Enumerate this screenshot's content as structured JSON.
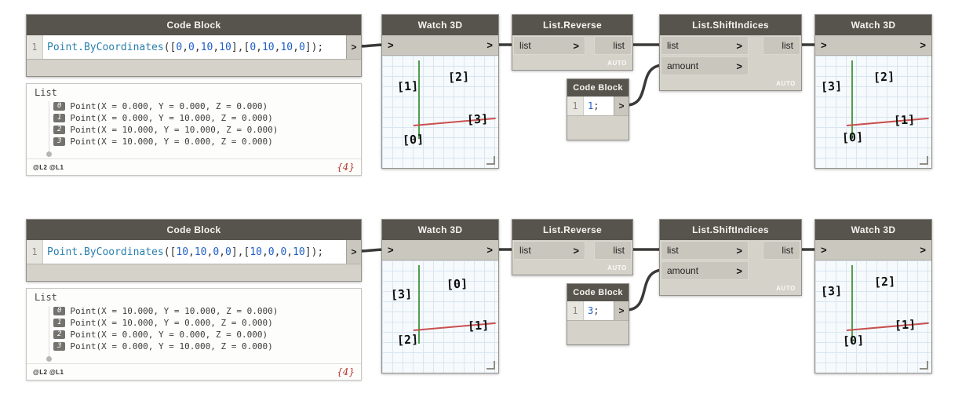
{
  "colors": {
    "node_header_bg": "#57544d",
    "node_body_bg": "#d5d2c9",
    "code_identifier_blue": "#2a7fae",
    "code_number_blue": "#1f5ec9",
    "wire": "#3a3a38",
    "axis_green": "#4f9e4f",
    "axis_red": "#c9504e",
    "count_red": "#b23327",
    "viewport_grid_blue": "#d9e6f0"
  },
  "row1": {
    "code_block": {
      "title": "Code Block",
      "line_no": "1",
      "tokens": [
        {
          "t": "Point.ByCoordinates",
          "c": "ident"
        },
        {
          "t": "([",
          "c": "punct"
        },
        {
          "t": "0",
          "c": "num"
        },
        {
          "t": ",",
          "c": "punct"
        },
        {
          "t": "0",
          "c": "num"
        },
        {
          "t": ",",
          "c": "punct"
        },
        {
          "t": "10",
          "c": "num"
        },
        {
          "t": ",",
          "c": "punct"
        },
        {
          "t": "10",
          "c": "num"
        },
        {
          "t": "],[",
          "c": "punct"
        },
        {
          "t": "0",
          "c": "num"
        },
        {
          "t": ",",
          "c": "punct"
        },
        {
          "t": "10",
          "c": "num"
        },
        {
          "t": ",",
          "c": "punct"
        },
        {
          "t": "10",
          "c": "num"
        },
        {
          "t": ",",
          "c": "punct"
        },
        {
          "t": "0",
          "c": "num"
        },
        {
          "t": "]);",
          "c": "punct"
        }
      ],
      "out_port": ">"
    },
    "preview": {
      "header": "List",
      "rows": [
        {
          "i": "0",
          "t": "Point(X = 0.000, Y = 0.000, Z = 0.000)"
        },
        {
          "i": "1",
          "t": "Point(X = 0.000, Y = 10.000, Z = 0.000)"
        },
        {
          "i": "2",
          "t": "Point(X = 10.000, Y = 10.000, Z = 0.000)"
        },
        {
          "i": "3",
          "t": "Point(X = 10.000, Y = 0.000, Z = 0.000)"
        }
      ],
      "levels": "@L2 @L1",
      "count": "{4}"
    },
    "watch_in": {
      "title": "Watch 3D",
      "in_port": ">",
      "out_port": ">",
      "labels": [
        "[1]",
        "[2]",
        "[3]",
        "[0]"
      ]
    },
    "reverse": {
      "title": "List.Reverse",
      "input": "list",
      "chevron": ">",
      "output": "list",
      "lacing": "AUTO"
    },
    "amount_block": {
      "title": "Code Block",
      "line_no": "1",
      "tokens": [
        {
          "t": "1",
          "c": "num"
        },
        {
          "t": ";",
          "c": "punct"
        }
      ],
      "out_port": ">"
    },
    "shift": {
      "title": "List.ShiftIndices",
      "input1": "list",
      "input2": "amount",
      "chevron": ">",
      "output": "list",
      "lacing": "AUTO"
    },
    "watch_out": {
      "title": "Watch 3D",
      "in_port": ">",
      "out_port": ">",
      "labels": [
        "[3]",
        "[2]",
        "[1]",
        "[0]"
      ]
    }
  },
  "row2": {
    "code_block": {
      "title": "Code Block",
      "line_no": "1",
      "tokens": [
        {
          "t": "Point.ByCoordinates",
          "c": "ident"
        },
        {
          "t": "([",
          "c": "punct"
        },
        {
          "t": "10",
          "c": "num"
        },
        {
          "t": ",",
          "c": "punct"
        },
        {
          "t": "10",
          "c": "num"
        },
        {
          "t": ",",
          "c": "punct"
        },
        {
          "t": "0",
          "c": "num"
        },
        {
          "t": ",",
          "c": "punct"
        },
        {
          "t": "0",
          "c": "num"
        },
        {
          "t": "],[",
          "c": "punct"
        },
        {
          "t": "10",
          "c": "num"
        },
        {
          "t": ",",
          "c": "punct"
        },
        {
          "t": "0",
          "c": "num"
        },
        {
          "t": ",",
          "c": "punct"
        },
        {
          "t": "0",
          "c": "num"
        },
        {
          "t": ",",
          "c": "punct"
        },
        {
          "t": "10",
          "c": "num"
        },
        {
          "t": "]);",
          "c": "punct"
        }
      ],
      "out_port": ">"
    },
    "preview": {
      "header": "List",
      "rows": [
        {
          "i": "0",
          "t": "Point(X = 10.000, Y = 10.000, Z = 0.000)"
        },
        {
          "i": "1",
          "t": "Point(X = 10.000, Y = 0.000, Z = 0.000)"
        },
        {
          "i": "2",
          "t": "Point(X = 0.000, Y = 0.000, Z = 0.000)"
        },
        {
          "i": "3",
          "t": "Point(X = 0.000, Y = 10.000, Z = 0.000)"
        }
      ],
      "levels": "@L2 @L1",
      "count": "{4}"
    },
    "watch_in": {
      "title": "Watch 3D",
      "in_port": ">",
      "out_port": ">",
      "labels": [
        "[3]",
        "[0]",
        "[1]",
        "[2]"
      ]
    },
    "reverse": {
      "title": "List.Reverse",
      "input": "list",
      "chevron": ">",
      "output": "list",
      "lacing": "AUTO"
    },
    "amount_block": {
      "title": "Code Block",
      "line_no": "1",
      "tokens": [
        {
          "t": "3",
          "c": "num"
        },
        {
          "t": ";",
          "c": "punct"
        }
      ],
      "out_port": ">"
    },
    "shift": {
      "title": "List.ShiftIndices",
      "input1": "list",
      "input2": "amount",
      "chevron": ">",
      "output": "list",
      "lacing": "AUTO"
    },
    "watch_out": {
      "title": "Watch 3D",
      "in_port": ">",
      "out_port": ">",
      "labels": [
        "[3]",
        "[2]",
        "[1]",
        "[0]"
      ]
    }
  }
}
